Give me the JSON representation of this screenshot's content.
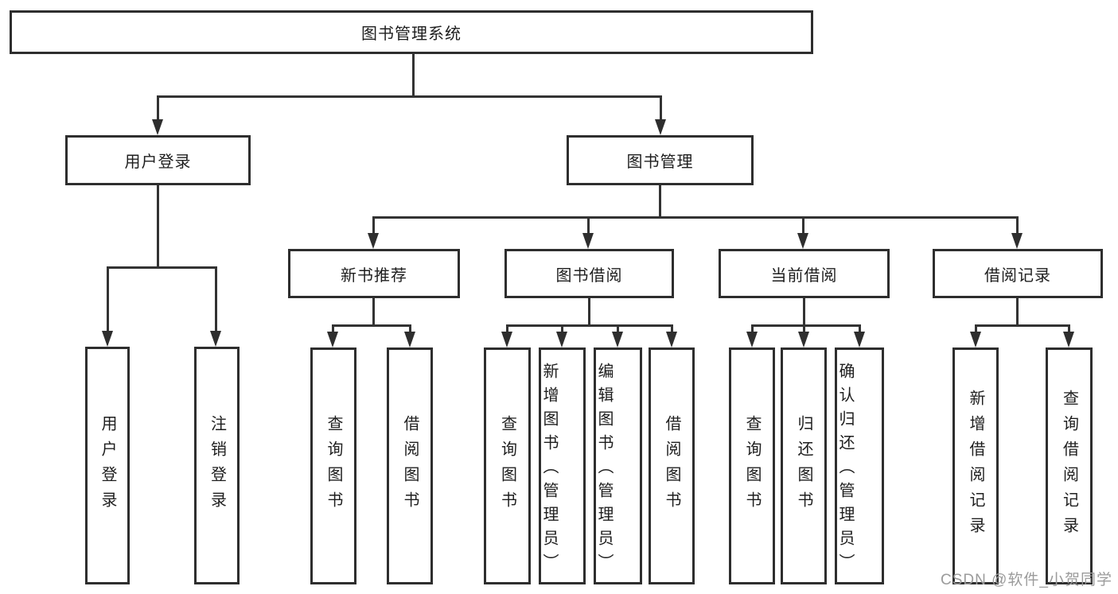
{
  "diagram": {
    "title": "图书管理系统",
    "nodes": {
      "root": "图书管理系统",
      "user_login": "用户登录",
      "book_mgmt": "图书管理",
      "ul_login": "用户登录",
      "ul_logout": "注销登录",
      "new_book": "新书推荐",
      "book_borrow": "图书借阅",
      "current_borrow": "当前借阅",
      "borrow_record": "借阅记录",
      "nb_query": "查询图书",
      "nb_borrow": "借阅图书",
      "bb_query": "查询图书",
      "bb_add": "新增图书（管理员）",
      "bb_edit": "编辑图书（管理员）",
      "bb_borrow": "借阅图书",
      "cb_query": "查询图书",
      "cb_return": "归还图书",
      "cb_confirm": "确认归还（管理员）",
      "br_add": "新增借阅记录",
      "br_query": "查询借阅记录"
    },
    "watermark": "CSDN @软件_小贺同学",
    "colors": {
      "line": "#333333",
      "border": "#2e2e2e",
      "text": "#1e1e1e",
      "watermark": "#9b9b9b",
      "background": "#ffffff"
    }
  }
}
